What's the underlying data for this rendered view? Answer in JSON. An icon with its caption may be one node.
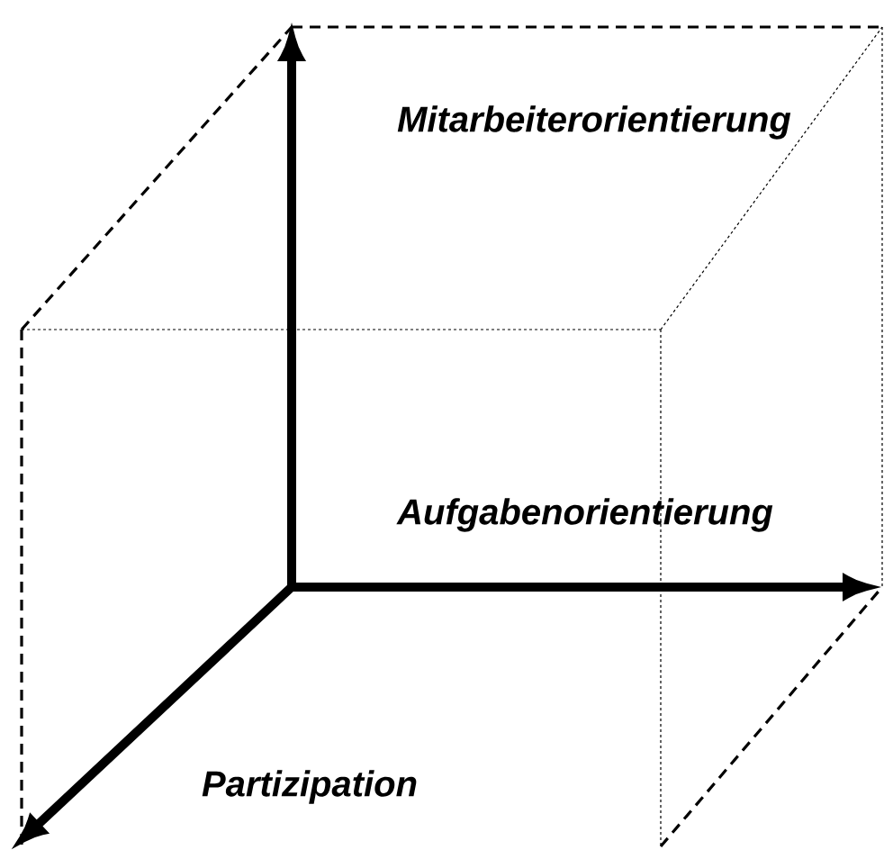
{
  "diagram": {
    "labels": [
      "Mitarbeiterorientierung",
      "Aufgabenorientierung",
      "Partizipation"
    ]
  }
}
